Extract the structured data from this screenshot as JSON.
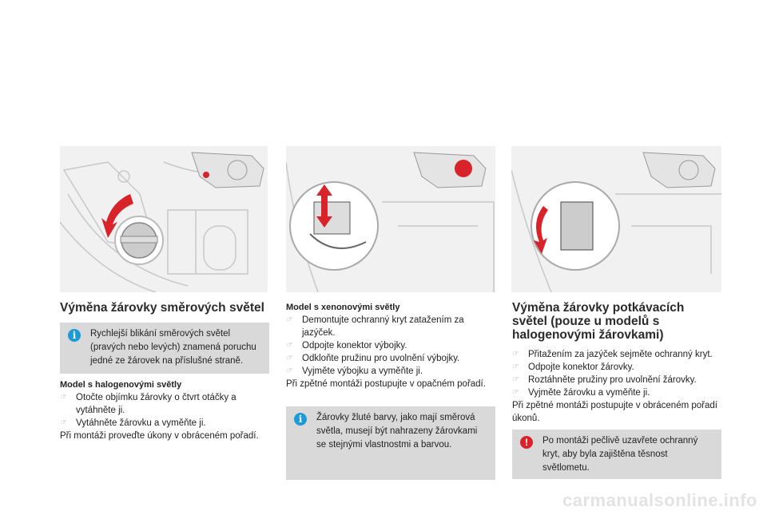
{
  "col1": {
    "title": "Výměna žárovky směrových světel",
    "info": "Rychlejší blikání směrových světel (pravých nebo levých) znamená poruchu jedné ze žárovek na příslušné straně.",
    "subtitle": "Model s halogenovými světly",
    "steps": [
      "Otočte objímku žárovky o čtvrt otáčky a vytáhněte ji.",
      "Vytáhněte žárovku a vyměňte ji."
    ],
    "note": "Při montáži proveďte úkony v obráceném pořadí."
  },
  "col2": {
    "subtitle": "Model s xenonovými světly",
    "steps": [
      "Demontujte ochranný kryt zatažením za jazýček.",
      "Odpojte konektor výbojky.",
      "Odkloňte pružinu pro uvolnění výbojky.",
      "Vyjměte výbojku a vyměňte ji."
    ],
    "note": "Při zpětné montáži postupujte v opačném pořadí.",
    "info": "Žárovky žluté barvy, jako mají směrová světla, musejí být nahrazeny žárovkami se stejnými vlastnostmi a barvou."
  },
  "col3": {
    "title": "Výměna žárovky potkávacích světel (pouze u modelů s halogenovými žárovkami)",
    "steps": [
      "Přitažením za jazýček sejměte ochranný kryt.",
      "Odpojte konektor žárovky.",
      "Roztáhněte pružiny pro uvolnění žárovky.",
      "Vyjměte žárovku a vyměňte ji."
    ],
    "note": "Při zpětné montáži postupujte v obráceném pořadí úkonů.",
    "warning": "Po montáži pečlivě uzavřete ochranný kryt, aby byla zajištěna těsnost světlometu."
  },
  "icons": {
    "info": "i",
    "warning": "!"
  },
  "watermark": "carmanualsonline.info",
  "colors": {
    "accent_red": "#d8232a",
    "info_blue": "#1a9bd7",
    "box_gray": "#d9d9d9"
  }
}
